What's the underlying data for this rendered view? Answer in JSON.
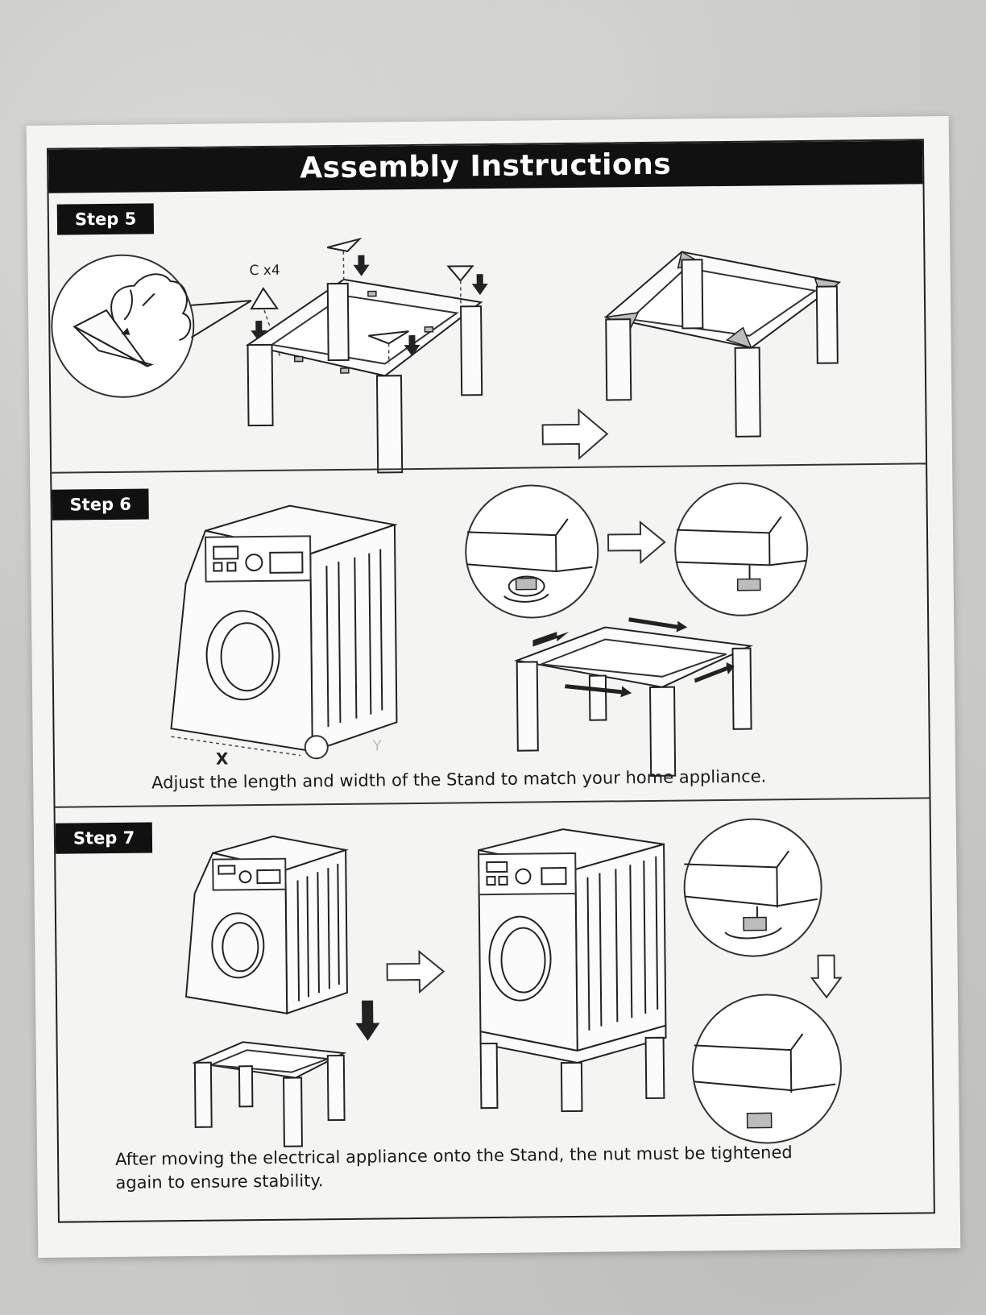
{
  "document": {
    "title": "Assembly Instructions",
    "steps": [
      {
        "label": "Step 5",
        "part_label": "C x4"
      },
      {
        "label": "Step 6",
        "dimension_x": "X",
        "dimension_y": "Y",
        "caption": "Adjust the length and width of the Stand to match your home appliance."
      },
      {
        "label": "Step 7",
        "caption_line1": "After moving the electrical appliance onto the Stand, the nut must be tightened",
        "caption_line2": "again to ensure stability."
      }
    ]
  },
  "icons": [
    "hand-placing-corner-icon",
    "stand-frame-icon",
    "arrow-right-outline-icon",
    "washing-machine-icon",
    "leg-detail-icon",
    "arrow-down-outline-icon"
  ]
}
